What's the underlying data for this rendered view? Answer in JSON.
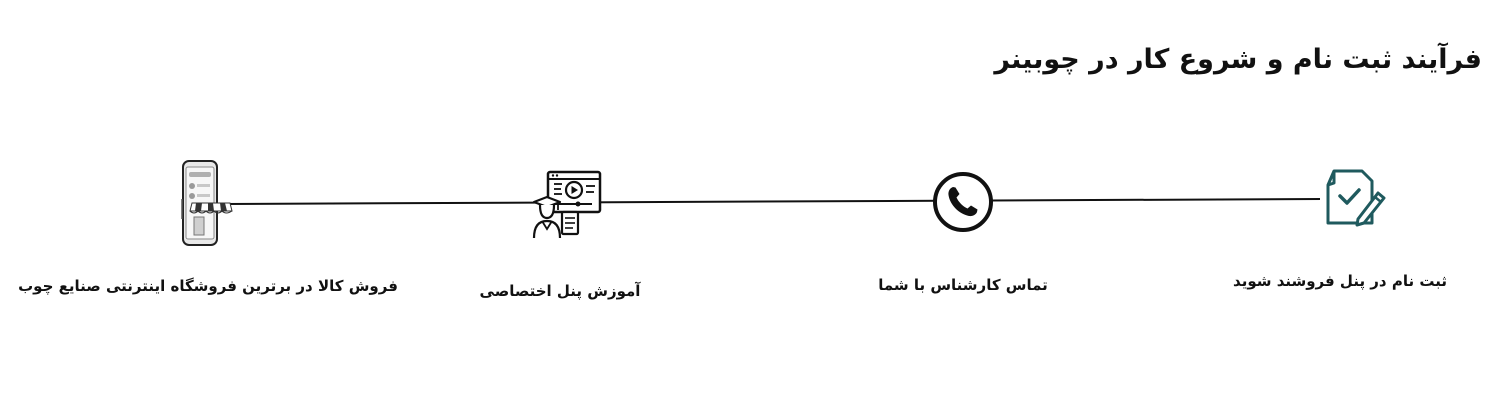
{
  "page": {
    "title": "فرآیند ثبت نام و شروع کار در چوبینر"
  },
  "steps": [
    {
      "label": "ثبت نام در پنل فروشند شوید",
      "icon": "signed-document-icon",
      "accent": "#1f5a5e"
    },
    {
      "label": "تماس کارشناس با شما",
      "icon": "phone-icon"
    },
    {
      "label": "آموزش پنل اختصاصی",
      "icon": "video-training-icon"
    },
    {
      "label": "فروش کالا در برترین فروشگاه اینترنتی صنایع چوب",
      "icon": "mobile-store-icon"
    }
  ]
}
